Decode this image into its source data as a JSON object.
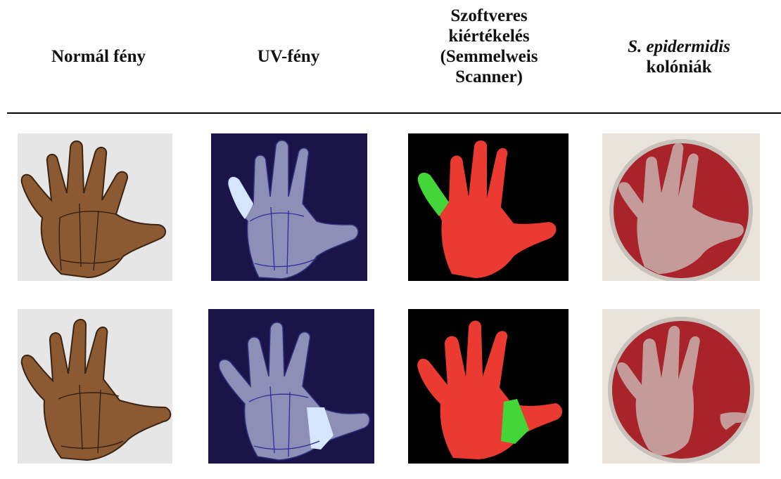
{
  "columns": [
    {
      "key": "normal",
      "lines": [
        "Normál fény"
      ]
    },
    {
      "key": "uv",
      "lines": [
        "UV-fény"
      ]
    },
    {
      "key": "software",
      "lines": [
        "Szoftveres",
        "kiértékelés",
        "(Semmelweis",
        "Scanner)"
      ]
    },
    {
      "key": "colonies",
      "lines_rich": [
        {
          "italic": "S. epidermidis",
          "normal": ""
        },
        {
          "italic": "",
          "normal": "kolóniák"
        }
      ]
    }
  ],
  "colors": {
    "hand_skin": "#8b5a33",
    "uv_background": "#1b1448",
    "scanner_hand": "#ea3a31",
    "scanner_missed": "#44d638",
    "agar": "#a8232a"
  },
  "images": [
    {
      "row": 1,
      "column": "normal",
      "icon": "hand-photo-normal-light"
    },
    {
      "row": 1,
      "column": "uv",
      "icon": "hand-photo-uv-light"
    },
    {
      "row": 1,
      "column": "software",
      "icon": "hand-segmentation-mask"
    },
    {
      "row": 1,
      "column": "colonies",
      "icon": "petri-dish-colonies"
    },
    {
      "row": 2,
      "column": "normal",
      "icon": "hand-photo-normal-light"
    },
    {
      "row": 2,
      "column": "uv",
      "icon": "hand-photo-uv-light"
    },
    {
      "row": 2,
      "column": "software",
      "icon": "hand-segmentation-mask"
    },
    {
      "row": 2,
      "column": "colonies",
      "icon": "petri-dish-colonies"
    }
  ]
}
